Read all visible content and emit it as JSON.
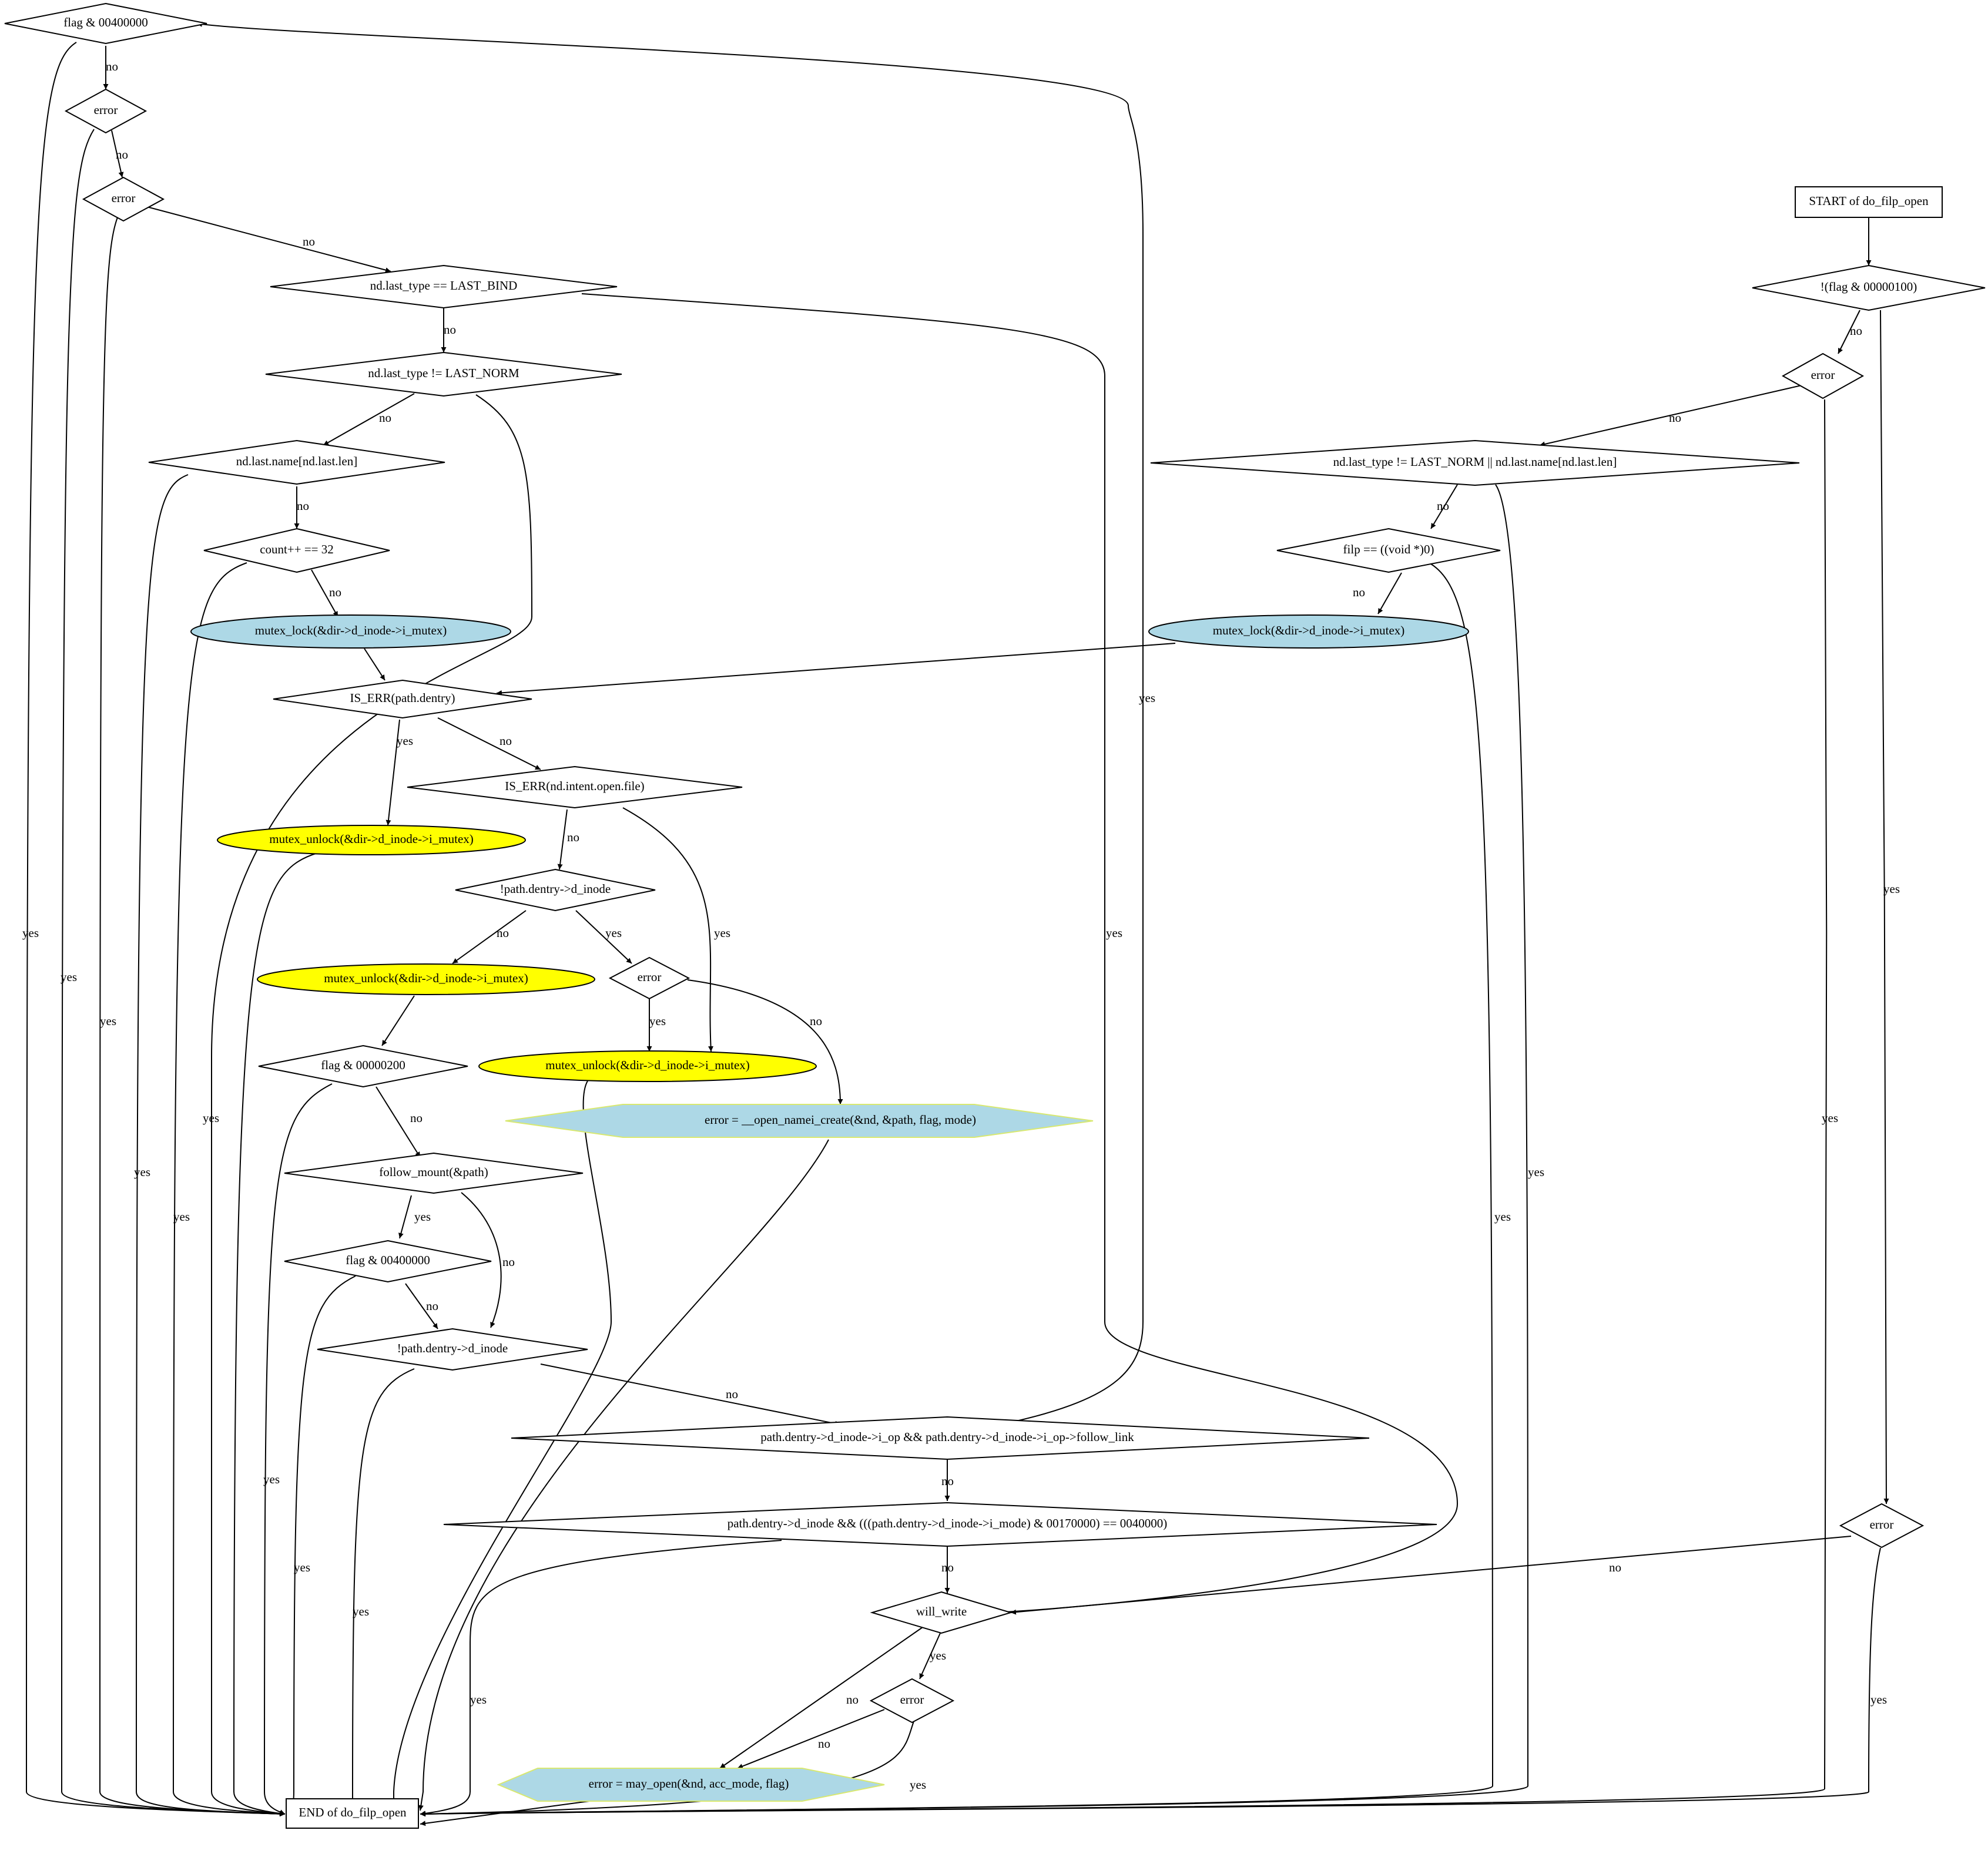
{
  "colors": {
    "yellow_fill": "#ffff00",
    "blue_fill": "#add8e6",
    "octagon_border": "#d8e870",
    "line": "#000000"
  },
  "nodes": {
    "start": "START of do_filp_open",
    "end": "END of do_filp_open",
    "flag_100": "!(flag & 00000100)",
    "err_r1": "error",
    "last_norm_or": "nd.last_type != LAST_NORM || nd.last.name[nd.last.len]",
    "filp_null": "filp == ((void *)0)",
    "lock_right": "mutex_lock(&dir->d_inode->i_mutex)",
    "flag_400_top": "flag & 00400000",
    "err_a": "error",
    "err_b": "error",
    "last_bind": "nd.last_type == LAST_BIND",
    "last_norm": "nd.last_type != LAST_NORM",
    "last_name": "nd.last.name[nd.last.len]",
    "count": "count++ == 32",
    "lock_left": "mutex_lock(&dir->d_inode->i_mutex)",
    "is_err_dentry": "IS_ERR(path.dentry)",
    "unlock_1": "mutex_unlock(&dir->d_inode->i_mutex)",
    "is_err_file": "IS_ERR(nd.intent.open.file)",
    "no_inode_1": "!path.dentry->d_inode",
    "unlock_2": "mutex_unlock(&dir->d_inode->i_mutex)",
    "err_c": "error",
    "flag_200": "flag & 00000200",
    "unlock_3": "mutex_unlock(&dir->d_inode->i_mutex)",
    "create": "error = __open_namei_create(&nd, &path, flag, mode)",
    "follow_mount": "follow_mount(&path)",
    "flag_400_mid": "flag & 00400000",
    "no_inode_2": "!path.dentry->d_inode",
    "follow_link": "path.dentry->d_inode->i_op && path.dentry->d_inode->i_op->follow_link",
    "s_isdir": "path.dentry->d_inode && (((path.dentry->d_inode->i_mode) & 00170000) == 0040000)",
    "err_r2": "error",
    "will_write": "will_write",
    "err_d": "error",
    "may_open": "error = may_open(&nd, acc_mode, flag)"
  },
  "edge_labels": {
    "yes": "yes",
    "no": "no"
  }
}
